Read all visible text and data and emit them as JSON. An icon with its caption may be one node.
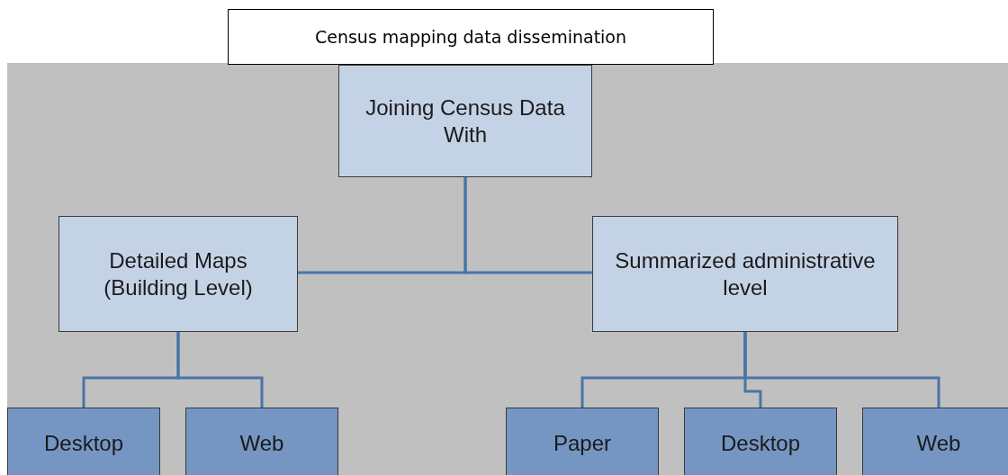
{
  "diagram": {
    "title": "Census mapping data dissemination",
    "nodes": [
      {
        "text": [
          "Joining Census Data With"
        ]
      },
      {
        "text": [
          "Detailed Maps (Building Level)"
        ]
      },
      {
        "text": [
          "Summarized administrative level"
        ]
      },
      {
        "text": [
          "Desktop"
        ]
      },
      {
        "text": [
          "Web"
        ]
      },
      {
        "text": [
          "Paper"
        ]
      },
      {
        "text": [
          "Desktop"
        ]
      },
      {
        "text": [
          "Web"
        ]
      }
    ],
    "edges": [
      {
        "from": 0,
        "to": 1,
        "arrow": "none"
      },
      {
        "from": 0,
        "to": 2,
        "arrow": "none"
      },
      {
        "from": 1,
        "to": 3,
        "arrow": "none"
      },
      {
        "from": 1,
        "to": 4,
        "arrow": "none"
      },
      {
        "from": 2,
        "to": 5,
        "arrow": "none"
      },
      {
        "from": 2,
        "to": 6,
        "arrow": "none"
      },
      {
        "from": 2,
        "to": 7,
        "arrow": "none"
      }
    ]
  }
}
